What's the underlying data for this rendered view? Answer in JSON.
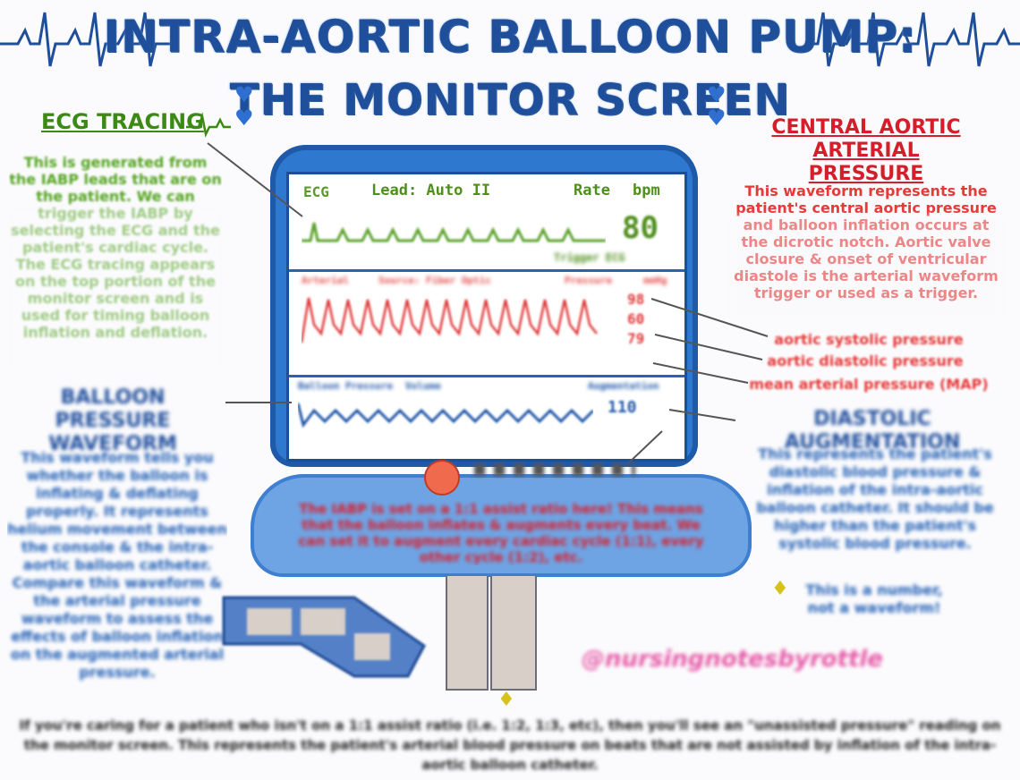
{
  "header": {
    "title_line1": "INTRA-AORTIC BALLOON PUMP:",
    "title_line2": "THE MONITOR SCREEN"
  },
  "ecg_section": {
    "heading": "ECG TRACING",
    "body": "This is generated from the IABP leads that are on the patient. We can trigger the IABP by selecting the ECG and the patient's cardiac cycle. The ECG tracing appears on the top portion of the monitor screen and is used for timing balloon inflation and deflation."
  },
  "arterial_section": {
    "heading_line1": "CENTRAL AORTIC ARTERIAL",
    "heading_line2": "PRESSURE",
    "body": "This waveform represents the patient's central aortic pressure and balloon inflation occurs at the dicrotic notch. Aortic valve closure & onset of ventricular diastole is the arterial waveform trigger or used as a trigger.",
    "labels": [
      "aortic systolic pressure",
      "aortic diastolic pressure",
      "mean arterial pressure (MAP)"
    ]
  },
  "balloon_section": {
    "heading": "BALLOON PRESSURE WAVEFORM",
    "body": "This waveform tells you whether the balloon is inflating & deflating properly. It represents helium movement between the console & the intra-aortic balloon catheter. Compare this waveform & the arterial pressure waveform to assess the effects of balloon inflation on the augmented arterial pressure."
  },
  "augmentation_section": {
    "heading": "DIASTOLIC AUGMENTATION",
    "body": "This represents the patient's diastolic blood pressure & inflation of the intra-aortic balloon catheter. It should be higher than the patient's systolic blood pressure.",
    "note": "This is a number, not a waveform!"
  },
  "monitor": {
    "ecg_label": "ECG",
    "lead_label": "Lead: Auto II",
    "rate_label": "Rate",
    "bpm_label": "bpm",
    "rate_value": "80",
    "trigger_label": "Trigger ECG",
    "arterial_header": "Arterial",
    "arterial_sub": "Source: Fiber Optic",
    "pressure_label": "Pressure",
    "mmhg_label": "mmHg",
    "arterial_values": [
      "98",
      "60",
      "79"
    ],
    "balloon_header": "Balloon Pressure",
    "balloon_sub": "Volume",
    "augmentation_label": "Augmentation",
    "augmentation_value": "110",
    "console_note": "The IABP is set on a 1:1 assist ratio here! This means that the balloon inflates & augments every beat. We can set it to augment every cardiac cycle (1:1), every other cycle (1:2), etc."
  },
  "signature": "@nursingnotesbyrottle",
  "footer": "If you're caring for a patient who isn't on a 1:1 assist ratio (i.e. 1:2, 1:3, etc), then you'll see an \"unassisted pressure\" reading on the monitor screen. This represents the patient's arterial blood pressure on beats that are not assisted by inflation of the intra-aortic balloon catheter."
}
